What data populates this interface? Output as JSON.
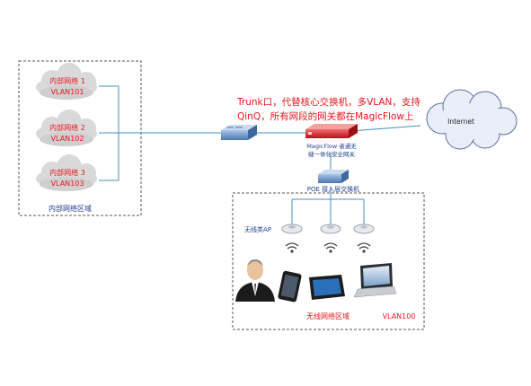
{
  "left_zone": {
    "label": "内部网络区域",
    "networks": [
      {
        "name": "内部网络 1",
        "vlan": "VLAN101"
      },
      {
        "name": "内部网络 2",
        "vlan": "VLAN102"
      },
      {
        "name": "内部网络 3",
        "vlan": "VLAN103"
      }
    ]
  },
  "annotation": {
    "line1": "Trunk口，代替核心交换机，多VLAN，支持",
    "line2": "QinQ，所有网段的网关都在MagicFlow上"
  },
  "internet": {
    "label": "Internet"
  },
  "gateway": {
    "line1": "MagicFlow 者通无",
    "line2": "缝一体化安全网关"
  },
  "poe_switch": {
    "label": "POE 接入层交换机"
  },
  "wireless_zone": {
    "ap_label": "无线类AP",
    "zone_label": "无线网络区域",
    "vlan": "VLAN100"
  },
  "colors": {
    "accent_red": "#e8161e",
    "line_blue": "#4a8fc0",
    "cloud_grey": "#dcdcdc",
    "internet_cloud": "#e9eef8"
  }
}
